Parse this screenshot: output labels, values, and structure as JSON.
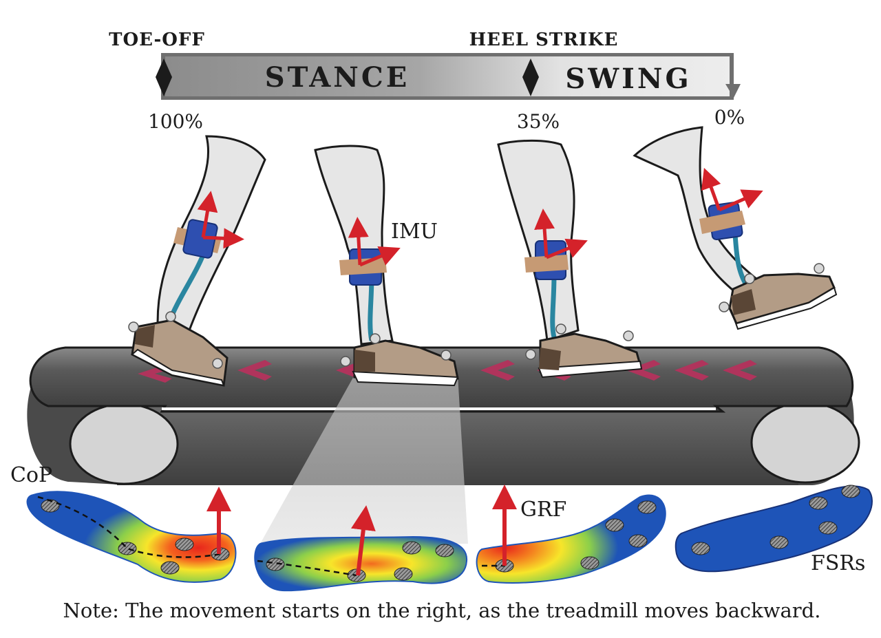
{
  "phase_bar": {
    "toe_off": "TOE-OFF",
    "heel_strike": "HEEL STRIKE",
    "stance": "STANCE",
    "swing": "SWING",
    "pct_100": "100%",
    "pct_35": "35%",
    "pct_0": "0%"
  },
  "labels": {
    "imu": "IMU",
    "cop": "CoP",
    "grf": "GRF",
    "fsrs": "FSRs"
  },
  "note": "Note: The movement starts on the right, as the treadmill moves backward.",
  "colors": {
    "belt": "#4a4a4a",
    "chevron": "#b0345c",
    "imu": "#2e4fb0",
    "strap": "#c69a74",
    "cable": "#2a86a0",
    "shoe": "#b39c86",
    "arrow": "#d4222a",
    "insole_blue": "#1e54b8"
  }
}
